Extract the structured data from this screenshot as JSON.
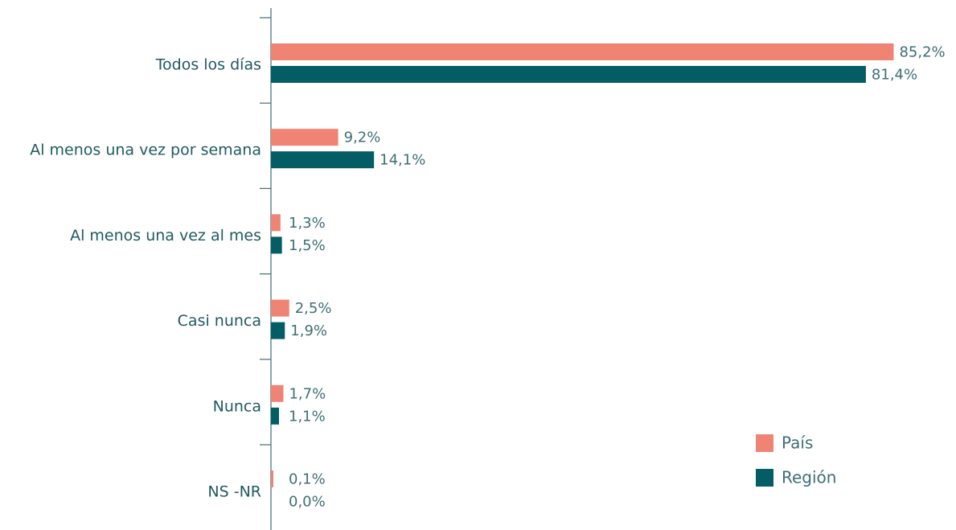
{
  "chart_data": {
    "type": "bar",
    "orientation": "horizontal",
    "categories": [
      "Todos los días",
      "Al menos una vez por semana",
      "Al menos una vez al mes",
      "Casi nunca",
      "Nunca",
      "NS -NR"
    ],
    "series": [
      {
        "name": "País",
        "color": "#f08474",
        "values": [
          85.2,
          9.2,
          1.3,
          2.5,
          1.7,
          0.1
        ],
        "labels": [
          "85,2%",
          "9,2%",
          "1,3%",
          "2,5%",
          "1,7%",
          "0,1%"
        ]
      },
      {
        "name": "Región",
        "color": "#045c64",
        "values": [
          81.4,
          14.1,
          1.5,
          1.9,
          1.1,
          0.0
        ],
        "labels": [
          "81,4%",
          "14,1%",
          "1,5%",
          "1,9%",
          "1,1%",
          "0,0%"
        ]
      }
    ],
    "xlim": [
      0,
      100
    ],
    "title": "",
    "xlabel": "",
    "ylabel": "",
    "grid": false,
    "legend_position": "bottom-right",
    "axis_color": "#3e6f74"
  }
}
